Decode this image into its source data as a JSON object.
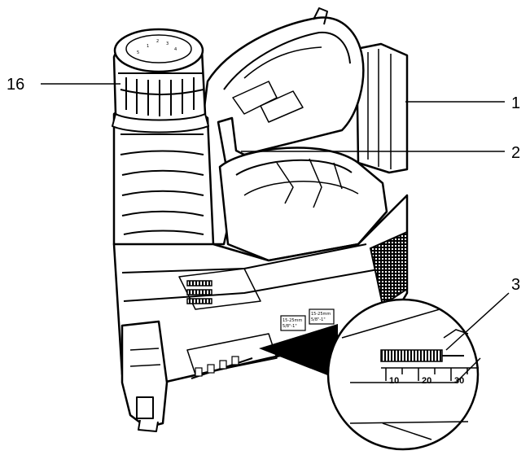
{
  "callouts": [
    {
      "id": "16",
      "label": "16"
    },
    {
      "id": "1",
      "label": "1"
    },
    {
      "id": "2",
      "label": "2"
    },
    {
      "id": "3",
      "label": "3"
    }
  ],
  "dial_marks": [
    "1",
    "2",
    "3",
    "4",
    "5"
  ],
  "magazine_labels": [
    "15-25mm",
    "5/8\"-1\"",
    "15-25mm",
    "5/8\"-1\""
  ],
  "scale": {
    "ticks": [
      "10",
      "20",
      "30"
    ]
  }
}
